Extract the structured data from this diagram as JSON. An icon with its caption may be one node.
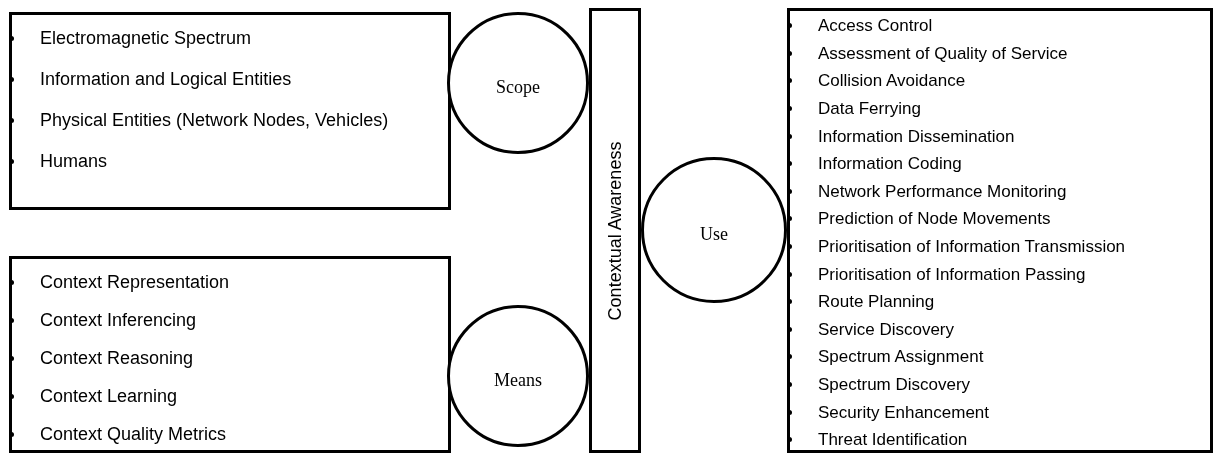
{
  "diagram": {
    "nodes": [
      {
        "text": [
          "Electromagnetic Spectrum",
          "Information and Logical Entities",
          "Physical Entities (Network Nodes, Vehicles)",
          "Humans"
        ]
      },
      {
        "text": [
          "Scope"
        ]
      },
      {
        "text": [
          "Context Representation",
          "Context Inferencing",
          "Context Reasoning",
          "Context Learning",
          "Context Quality Metrics"
        ]
      },
      {
        "text": [
          "Means"
        ]
      },
      {
        "text": [
          "Contextual Awareness"
        ]
      },
      {
        "text": [
          "Use"
        ]
      },
      {
        "text": [
          "Access Control",
          "Assessment of Quality of Service",
          "Collision Avoidance",
          "Data Ferrying",
          "Information Dissemination",
          "Information Coding",
          "Network Performance Monitoring",
          "Prediction of Node Movements",
          "Prioritisation of Information Transmission",
          "Prioritisation of Information Passing",
          "Route Planning",
          "Service Discovery",
          "Spectrum Assignment",
          "Spectrum Discovery",
          "Security Enhancement",
          "Threat Identification"
        ]
      }
    ]
  }
}
